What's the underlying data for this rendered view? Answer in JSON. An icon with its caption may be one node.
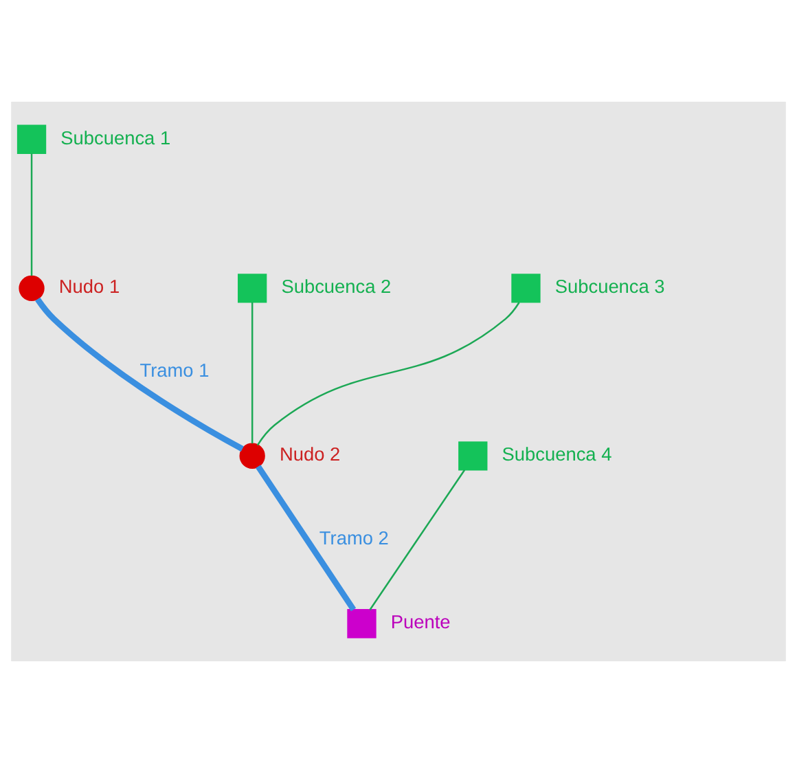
{
  "diagram": {
    "nodes": [
      {
        "text": [],
        "shape": "box",
        "beside": [
          "Subcuenca 1"
        ]
      },
      {
        "text": [],
        "shape": "circle",
        "beside": [
          "Nudo 1"
        ]
      },
      {
        "text": [],
        "shape": "box",
        "beside": [
          "Subcuenca 2"
        ]
      },
      {
        "text": [],
        "shape": "box",
        "beside": [
          "Subcuenca 3"
        ]
      },
      {
        "text": [],
        "shape": "circle",
        "beside": [
          "Nudo 2"
        ]
      },
      {
        "text": [],
        "shape": "box",
        "beside": [
          "Subcuenca 4"
        ]
      },
      {
        "text": [],
        "shape": "box",
        "beside": [
          "Puente"
        ]
      }
    ],
    "edges": [
      {
        "from": 0,
        "to": 1,
        "arrow": "none"
      },
      {
        "from": 1,
        "to": 4,
        "arrow": "none",
        "label": "Tramo 1",
        "style": "thick",
        "color": "#3a8fe0"
      },
      {
        "from": 2,
        "to": 4,
        "arrow": "none"
      },
      {
        "from": 3,
        "to": 4,
        "arrow": "none"
      },
      {
        "from": 4,
        "to": 6,
        "arrow": "none",
        "label": "Tramo 2",
        "style": "thick",
        "color": "#3a8fe0"
      },
      {
        "from": 5,
        "to": 6,
        "arrow": "none"
      }
    ]
  }
}
